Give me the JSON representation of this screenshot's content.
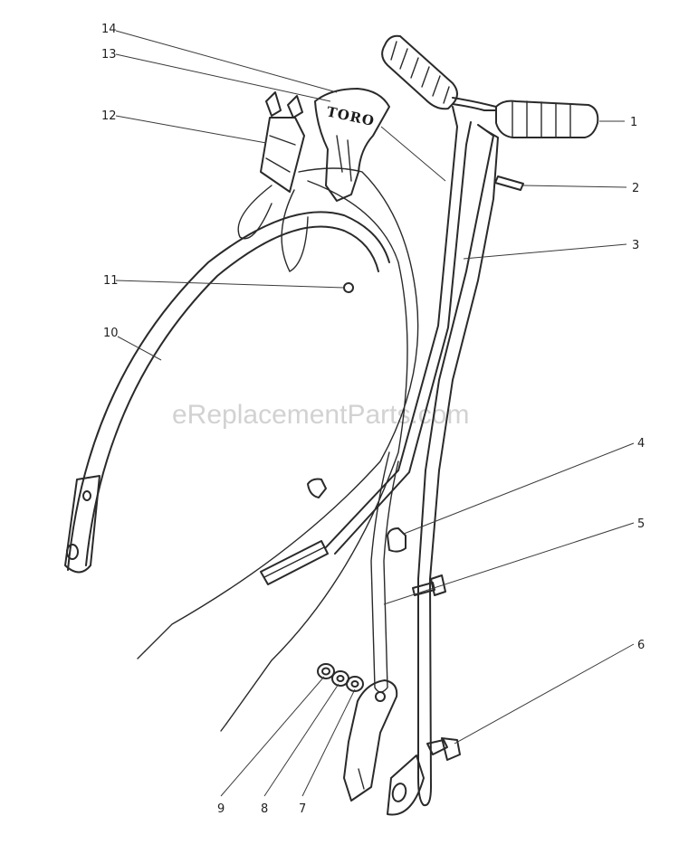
{
  "watermark": "eReplacementParts.com",
  "brand_label": "TORO",
  "callouts": {
    "c1": "1",
    "c2": "2",
    "c3": "3",
    "c4": "4",
    "c5": "5",
    "c6": "6",
    "c7": "7",
    "c8": "8",
    "c9": "9",
    "c10": "10",
    "c11": "11",
    "c12": "12",
    "c13": "13",
    "c14": "14"
  }
}
